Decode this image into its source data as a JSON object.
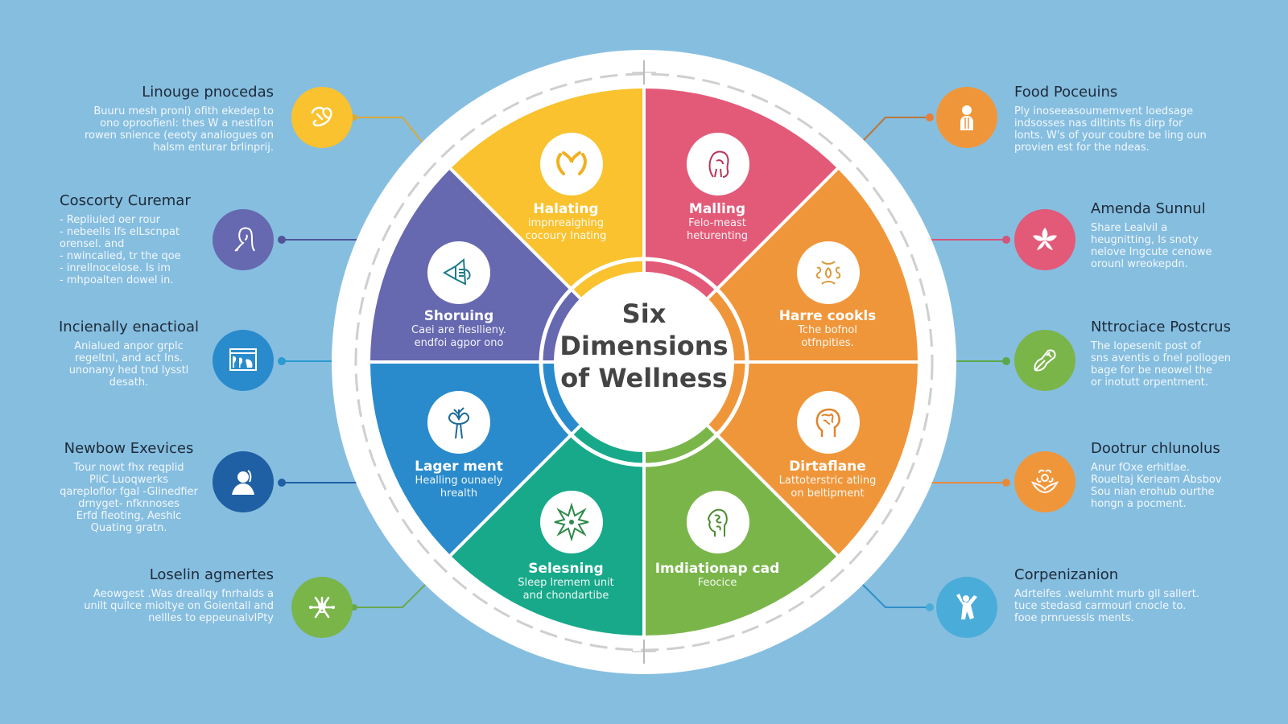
{
  "colors": {
    "background": "#86bee0",
    "yellow": "#f9c22e",
    "pink": "#e25a78",
    "orange": "#f0963a",
    "purple": "#6668b0",
    "blue": "#2a8bcc",
    "teal": "#17a98a",
    "green": "#7ab54a",
    "navy": "#1f5fa3",
    "lightblue": "#4aacd9",
    "ring": "#ffffff",
    "title_text": "#444444"
  },
  "center": {
    "line1": "Six",
    "line2": "Dimensions",
    "line3": "of Wellness"
  },
  "segments": [
    {
      "id": "yellow",
      "title": "Halating",
      "desc1": "impnrealghing",
      "desc2": "cocoury Inating",
      "icon": "hands-icon"
    },
    {
      "id": "pink",
      "title": "Malling",
      "desc1": "Felo-meast",
      "desc2": "heturenting",
      "icon": "woman-profile-icon"
    },
    {
      "id": "orange-upper",
      "title": "Harre cookls",
      "desc1": "Tche bofnol",
      "desc2": "otfnpities.",
      "icon": "knot-icon"
    },
    {
      "id": "orange-lower",
      "title": "Dirtaflane",
      "desc1": "Lattoterstric atling",
      "desc2": "on beltipment",
      "icon": "brain-head-icon"
    },
    {
      "id": "green",
      "title": "Imdiationap cad",
      "desc1": "Feocice",
      "desc2": "",
      "icon": "mind-head-icon"
    },
    {
      "id": "teal",
      "title": "Selesning",
      "desc1": "Sleep lremem unit",
      "desc2": "and chondartibe",
      "icon": "star-burst-icon"
    },
    {
      "id": "blue",
      "title": "Lager ment",
      "desc1": "Healling ounaely",
      "desc2": "hrealth",
      "icon": "tree-icon"
    },
    {
      "id": "purple",
      "title": "Shoruing",
      "desc1": "Caei are fiesllieny.",
      "desc2": "endfoi agpor ono",
      "icon": "megaphone-icon"
    }
  ],
  "left_items": [
    {
      "title": "Linouge pnocedas",
      "lines": [
        "Buuru mesh pronl) ofith ekedep to",
        "ono oproofienl: thes W a nestifon",
        "rowen snience (eeoty analiogues on",
        "halsm enturar brlinprij."
      ],
      "icon": "feather-icon",
      "color": "#f9c22e"
    },
    {
      "title": "Coscorty Curemar",
      "lines": [
        "- Repliuled oer rour",
        "- nebeells Ifs elLscnpat",
        "  orensel. and",
        "- nwincalied, tr the qoe",
        "- inrellnocelose. Is im",
        "- mhpoalten dowel in."
      ],
      "icon": "woman-portrait-icon",
      "color": "#6668b0"
    },
    {
      "title": "Incienally enactioal",
      "lines": [
        "Anialued anpor grplc",
        "regeltnl, and act Ins.",
        "unonany hed tnd lysstl",
        "desath."
      ],
      "icon": "browser-map-icon",
      "color": "#2a8bcc"
    },
    {
      "title": "Newbow Exevices",
      "lines": [
        "Tour nowt fhx reqplid",
        "PliC Luoqwerks",
        "qareploflor fgal -Glinedfier",
        "drnyget- nfknnoses",
        "Erfd fleoting, Aeshlc",
        "Quating gratn."
      ],
      "icon": "person-bust-icon",
      "color": "#1f5fa3"
    },
    {
      "title": "Loselin agmertes",
      "lines": [
        "Aeowgest .Was dreallqy fnrhalds a",
        "unilt quilce mioltye on Goientall and",
        "nellles to eppeunalvIPty"
      ],
      "icon": "compass-star-icon",
      "color": "#7ab54a"
    }
  ],
  "right_items": [
    {
      "title": "Food Poceuins",
      "lines": [
        "Ply inoseeasoumemvent loedsage",
        "indsosses nas diltints fis dirp for",
        "lonts. W's of your coubre be ling oun",
        "provien est for the ndeas."
      ],
      "icon": "person-standing-icon",
      "color": "#f0963a"
    },
    {
      "title": "Amenda Sunnul",
      "lines": [
        "Share Lealvil a",
        "heugnitting, Is snoty",
        "nelove Ingcute cenowe",
        "orounl wreokepdn."
      ],
      "icon": "flower-icon",
      "color": "#e25a78"
    },
    {
      "title": "Nttrociace Postcrus",
      "lines": [
        "The lopesenit post of",
        "sns aventis o fnel pollogen",
        "bage for be neowel the",
        "or inotutt orpentment."
      ],
      "icon": "leaf-pen-icon",
      "color": "#7ab54a"
    },
    {
      "title": "Dootrur chlunolus",
      "lines": [
        "Anur fOxe erhitlae.",
        "Roueltaj Kerieam Absbov",
        "Sou nian erohub ourthe",
        "hongn a pocment."
      ],
      "icon": "lotus-person-icon",
      "color": "#f0963a"
    },
    {
      "title": "Corpenizanion",
      "lines": [
        "Adrteifes .welumht murb gll sallert.",
        "tuce stedasd carmourl cnocle to.",
        "fooe prnruessls ments."
      ],
      "icon": "joyful-person-icon",
      "color": "#4aacd9"
    }
  ]
}
